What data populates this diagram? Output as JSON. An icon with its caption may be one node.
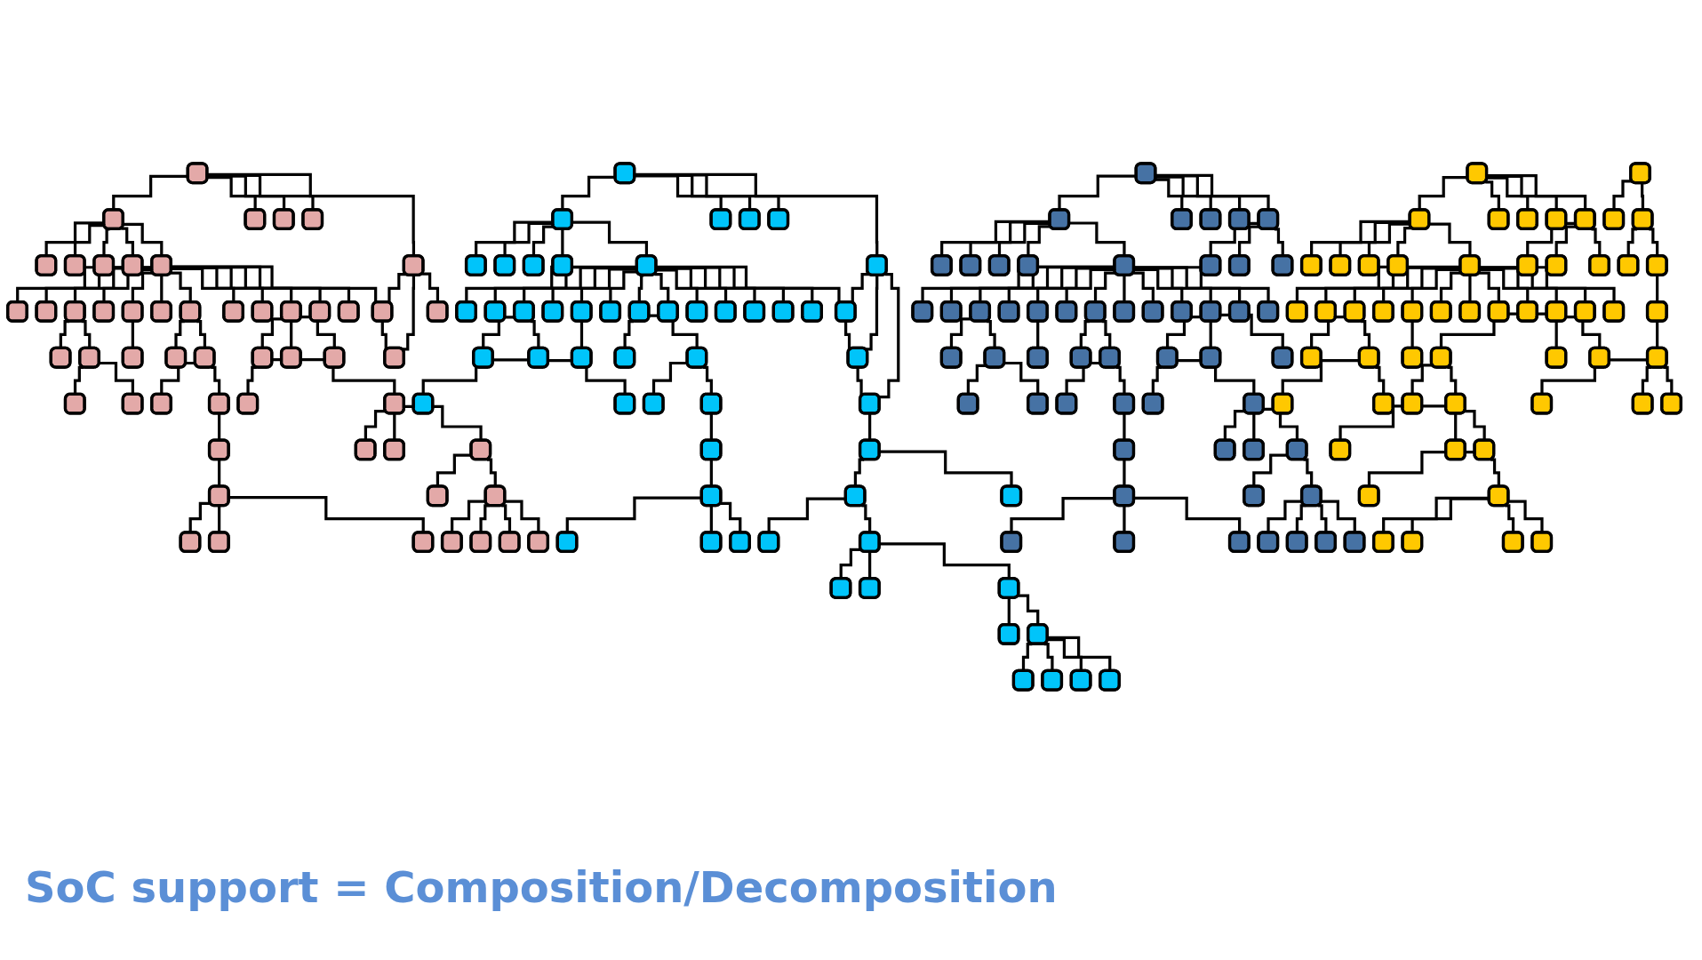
{
  "diagram": {
    "title": "SoC support = Composition/Decomposition",
    "nodes": [
      {
        "text": [],
        "shape": "box"
      },
      {
        "text": [],
        "shape": "box"
      },
      {
        "text": [],
        "shape": "box"
      },
      {
        "text": [],
        "shape": "box"
      },
      {
        "text": [],
        "shape": "box"
      },
      {
        "text": [],
        "shape": "box"
      },
      {
        "text": [],
        "shape": "box"
      },
      {
        "text": [],
        "shape": "box"
      },
      {
        "text": [],
        "shape": "box"
      },
      {
        "text": [],
        "shape": "box"
      },
      {
        "text": [],
        "shape": "box"
      },
      {
        "text": [],
        "shape": "box"
      },
      {
        "text": [],
        "shape": "box"
      },
      {
        "text": [],
        "shape": "box"
      },
      {
        "text": [],
        "shape": "box"
      },
      {
        "text": [],
        "shape": "box"
      },
      {
        "text": [],
        "shape": "box"
      },
      {
        "text": [],
        "shape": "box"
      },
      {
        "text": [],
        "shape": "box"
      },
      {
        "text": [],
        "shape": "box"
      },
      {
        "text": [],
        "shape": "box"
      },
      {
        "text": [],
        "shape": "box"
      },
      {
        "text": [],
        "shape": "box"
      },
      {
        "text": [],
        "shape": "box"
      },
      {
        "text": [],
        "shape": "box"
      },
      {
        "text": [],
        "shape": "box"
      },
      {
        "text": [],
        "shape": "box"
      },
      {
        "text": [],
        "shape": "box"
      },
      {
        "text": [],
        "shape": "box"
      },
      {
        "text": [],
        "shape": "box"
      },
      {
        "text": [],
        "shape": "box"
      },
      {
        "text": [],
        "shape": "box"
      },
      {
        "text": [],
        "shape": "box"
      },
      {
        "text": [],
        "shape": "box"
      },
      {
        "text": [],
        "shape": "box"
      },
      {
        "text": [],
        "shape": "box"
      },
      {
        "text": [],
        "shape": "box"
      },
      {
        "text": [],
        "shape": "box"
      },
      {
        "text": [],
        "shape": "box"
      },
      {
        "text": [],
        "shape": "box"
      },
      {
        "text": [],
        "shape": "box"
      },
      {
        "text": [],
        "shape": "box"
      },
      {
        "text": [],
        "shape": "box"
      },
      {
        "text": [],
        "shape": "box"
      },
      {
        "text": [],
        "shape": "box"
      },
      {
        "text": [],
        "shape": "box"
      },
      {
        "text": [],
        "shape": "box"
      },
      {
        "text": [],
        "shape": "box"
      },
      {
        "text": [],
        "shape": "box"
      },
      {
        "text": [],
        "shape": "box"
      },
      {
        "text": [],
        "shape": "box"
      },
      {
        "text": [],
        "shape": "box"
      },
      {
        "text": [],
        "shape": "box"
      },
      {
        "text": [],
        "shape": "box"
      },
      {
        "text": [],
        "shape": "box"
      },
      {
        "text": [],
        "shape": "box"
      },
      {
        "text": [],
        "shape": "box"
      },
      {
        "text": [],
        "shape": "box"
      },
      {
        "text": [],
        "shape": "box"
      },
      {
        "text": [],
        "shape": "box"
      },
      {
        "text": [],
        "shape": "box"
      },
      {
        "text": [],
        "shape": "box"
      },
      {
        "text": [],
        "shape": "box"
      },
      {
        "text": [],
        "shape": "box"
      },
      {
        "text": [],
        "shape": "box"
      },
      {
        "text": [],
        "shape": "box"
      },
      {
        "text": [],
        "shape": "box"
      },
      {
        "text": [],
        "shape": "box"
      },
      {
        "text": [],
        "shape": "box"
      },
      {
        "text": [],
        "shape": "box"
      },
      {
        "text": [],
        "shape": "box"
      },
      {
        "text": [],
        "shape": "box"
      },
      {
        "text": [],
        "shape": "box"
      },
      {
        "text": [],
        "shape": "box"
      },
      {
        "text": [],
        "shape": "box"
      },
      {
        "text": [],
        "shape": "box"
      },
      {
        "text": [],
        "shape": "box"
      },
      {
        "text": [],
        "shape": "box"
      },
      {
        "text": [],
        "shape": "box"
      },
      {
        "text": [],
        "shape": "box"
      },
      {
        "text": [],
        "shape": "box"
      },
      {
        "text": [],
        "shape": "box"
      },
      {
        "text": [],
        "shape": "box"
      },
      {
        "text": [],
        "shape": "box"
      },
      {
        "text": [],
        "shape": "box"
      },
      {
        "text": [],
        "shape": "box"
      },
      {
        "text": [],
        "shape": "box"
      },
      {
        "text": [],
        "shape": "box"
      },
      {
        "text": [],
        "shape": "box"
      },
      {
        "text": [],
        "shape": "box"
      },
      {
        "text": [],
        "shape": "box"
      },
      {
        "text": [],
        "shape": "box"
      },
      {
        "text": [],
        "shape": "box"
      },
      {
        "text": [],
        "shape": "box"
      },
      {
        "text": [],
        "shape": "box"
      },
      {
        "text": [],
        "shape": "box"
      },
      {
        "text": [],
        "shape": "box"
      },
      {
        "text": [],
        "shape": "box"
      },
      {
        "text": [],
        "shape": "box"
      },
      {
        "text": [],
        "shape": "box"
      },
      {
        "text": [],
        "shape": "box"
      },
      {
        "text": [],
        "shape": "box"
      },
      {
        "text": [],
        "shape": "box"
      },
      {
        "text": [],
        "shape": "box"
      },
      {
        "text": [],
        "shape": "box"
      },
      {
        "text": [],
        "shape": "box"
      },
      {
        "text": [],
        "shape": "box"
      },
      {
        "text": [],
        "shape": "box"
      },
      {
        "text": [],
        "shape": "box"
      },
      {
        "text": [],
        "shape": "box"
      },
      {
        "text": [],
        "shape": "box"
      },
      {
        "text": [],
        "shape": "box"
      },
      {
        "text": [],
        "shape": "box"
      },
      {
        "text": [],
        "shape": "box"
      },
      {
        "text": [],
        "shape": "box"
      },
      {
        "text": [],
        "shape": "box"
      },
      {
        "text": [],
        "shape": "box"
      },
      {
        "text": [],
        "shape": "box"
      },
      {
        "text": [],
        "shape": "box"
      },
      {
        "text": [],
        "shape": "box"
      },
      {
        "text": [],
        "shape": "box"
      },
      {
        "text": [],
        "shape": "box"
      },
      {
        "text": [],
        "shape": "box"
      },
      {
        "text": [],
        "shape": "box"
      },
      {
        "text": [],
        "shape": "box"
      },
      {
        "text": [],
        "shape": "box"
      },
      {
        "text": [],
        "shape": "box"
      },
      {
        "text": [],
        "shape": "box"
      },
      {
        "text": [],
        "shape": "box"
      },
      {
        "text": [],
        "shape": "box"
      },
      {
        "text": [],
        "shape": "box"
      },
      {
        "text": [],
        "shape": "box"
      },
      {
        "text": [],
        "shape": "box"
      },
      {
        "text": [],
        "shape": "box"
      },
      {
        "text": [],
        "shape": "box"
      },
      {
        "text": [],
        "shape": "box"
      },
      {
        "text": [],
        "shape": "box"
      },
      {
        "text": [],
        "shape": "box"
      },
      {
        "text": [],
        "shape": "box"
      },
      {
        "text": [],
        "shape": "box"
      },
      {
        "text": [],
        "shape": "box"
      },
      {
        "text": [],
        "shape": "box"
      },
      {
        "text": [],
        "shape": "box"
      },
      {
        "text": [],
        "shape": "box"
      },
      {
        "text": [],
        "shape": "box"
      },
      {
        "text": [],
        "shape": "box"
      },
      {
        "text": [],
        "shape": "box"
      },
      {
        "text": [],
        "shape": "box"
      },
      {
        "text": [],
        "shape": "box"
      },
      {
        "text": [],
        "shape": "box"
      },
      {
        "text": [],
        "shape": "box"
      },
      {
        "text": [],
        "shape": "box"
      },
      {
        "text": [],
        "shape": "box"
      },
      {
        "text": [],
        "shape": "box"
      },
      {
        "text": [],
        "shape": "box"
      },
      {
        "text": [],
        "shape": "box"
      },
      {
        "text": [],
        "shape": "box"
      },
      {
        "text": [],
        "shape": "box"
      },
      {
        "text": [],
        "shape": "box"
      },
      {
        "text": [],
        "shape": "box"
      },
      {
        "text": [],
        "shape": "box"
      },
      {
        "text": [],
        "shape": "box"
      },
      {
        "text": [],
        "shape": "box"
      },
      {
        "text": [],
        "shape": "box"
      },
      {
        "text": [],
        "shape": "box"
      },
      {
        "text": [],
        "shape": "box"
      },
      {
        "text": [],
        "shape": "box"
      },
      {
        "text": [],
        "shape": "box"
      },
      {
        "text": [],
        "shape": "box"
      },
      {
        "text": [],
        "shape": "box"
      },
      {
        "text": [],
        "shape": "box"
      },
      {
        "text": [],
        "shape": "box"
      },
      {
        "text": [],
        "shape": "box"
      },
      {
        "text": [],
        "shape": "box"
      },
      {
        "text": [],
        "shape": "box"
      },
      {
        "text": [],
        "shape": "box"
      },
      {
        "text": [],
        "shape": "box"
      },
      {
        "text": [],
        "shape": "box"
      },
      {
        "text": [],
        "shape": "box"
      },
      {
        "text": [],
        "shape": "box"
      },
      {
        "text": [],
        "shape": "box"
      },
      {
        "text": [],
        "shape": "box"
      },
      {
        "text": [],
        "shape": "box"
      },
      {
        "text": [],
        "shape": "box"
      },
      {
        "text": [],
        "shape": "box"
      },
      {
        "text": [],
        "shape": "box"
      },
      {
        "text": [],
        "shape": "box"
      },
      {
        "text": [],
        "shape": "box"
      },
      {
        "text": [],
        "shape": "box"
      },
      {
        "text": [],
        "shape": "box"
      },
      {
        "text": [],
        "shape": "box"
      },
      {
        "text": [],
        "shape": "box"
      },
      {
        "text": [],
        "shape": "box"
      },
      {
        "text": [],
        "shape": "box"
      },
      {
        "text": [],
        "shape": "box"
      },
      {
        "text": [],
        "shape": "box"
      },
      {
        "text": [],
        "shape": "box"
      },
      {
        "text": [],
        "shape": "box"
      },
      {
        "text": [],
        "shape": "box"
      },
      {
        "text": [],
        "shape": "box"
      },
      {
        "text": [],
        "shape": "box"
      },
      {
        "text": [],
        "shape": "box"
      },
      {
        "text": [],
        "shape": "box"
      },
      {
        "text": [],
        "shape": "box"
      },
      {
        "text": [],
        "shape": "box"
      },
      {
        "text": [],
        "shape": "box"
      },
      {
        "text": [],
        "shape": "box"
      },
      {
        "text": [],
        "shape": "box"
      },
      {
        "text": [],
        "shape": "box"
      },
      {
        "text": [],
        "shape": "box"
      },
      {
        "text": [],
        "shape": "box"
      },
      {
        "text": [],
        "shape": "box"
      },
      {
        "text": [],
        "shape": "box"
      },
      {
        "text": [],
        "shape": "box"
      },
      {
        "text": [],
        "shape": "box"
      },
      {
        "text": [],
        "shape": "box"
      },
      {
        "text": [],
        "shape": "box"
      },
      {
        "text": [],
        "shape": "box"
      },
      {
        "text": [],
        "shape": "box"
      }
    ],
    "edges": [
      {
        "from": 0,
        "to": 1,
        "arrow": "none"
      },
      {
        "from": 0,
        "to": 2,
        "arrow": "none"
      },
      {
        "from": 0,
        "to": 3,
        "arrow": "none"
      },
      {
        "from": 0,
        "to": 4,
        "arrow": "none"
      },
      {
        "from": 0,
        "to": 5,
        "arrow": "none"
      },
      {
        "from": 1,
        "to": 6,
        "arrow": "none"
      },
      {
        "from": 1,
        "to": 7,
        "arrow": "none"
      },
      {
        "from": 1,
        "to": 8,
        "arrow": "none"
      },
      {
        "from": 1,
        "to": 9,
        "arrow": "none"
      },
      {
        "from": 1,
        "to": 10,
        "arrow": "none"
      },
      {
        "from": 5,
        "to": 11,
        "arrow": "none"
      },
      {
        "from": 5,
        "to": 12,
        "arrow": "none"
      },
      {
        "from": 5,
        "to": 13,
        "arrow": "none"
      },
      {
        "from": 10,
        "to": 14,
        "arrow": "none"
      },
      {
        "from": 10,
        "to": 15,
        "arrow": "none"
      },
      {
        "from": 10,
        "to": 16,
        "arrow": "none"
      },
      {
        "from": 10,
        "to": 17,
        "arrow": "none"
      },
      {
        "from": 10,
        "to": 18,
        "arrow": "none"
      },
      {
        "from": 10,
        "to": 19,
        "arrow": "none"
      },
      {
        "from": 10,
        "to": 20,
        "arrow": "none"
      },
      {
        "from": 10,
        "to": 21,
        "arrow": "none"
      },
      {
        "from": 10,
        "to": 22,
        "arrow": "none"
      },
      {
        "from": 10,
        "to": 23,
        "arrow": "none"
      },
      {
        "from": 10,
        "to": 24,
        "arrow": "none"
      },
      {
        "from": 10,
        "to": 25,
        "arrow": "none"
      },
      {
        "from": 10,
        "to": 11,
        "arrow": "none"
      },
      {
        "from": 11,
        "to": 12,
        "arrow": "none"
      },
      {
        "from": 16,
        "to": 26,
        "arrow": "none"
      },
      {
        "from": 16,
        "to": 27,
        "arrow": "none"
      },
      {
        "from": 18,
        "to": 28,
        "arrow": "none"
      },
      {
        "from": 20,
        "to": 29,
        "arrow": "none"
      },
      {
        "from": 20,
        "to": 30,
        "arrow": "none"
      },
      {
        "from": 23,
        "to": 31,
        "arrow": "none"
      },
      {
        "from": 23,
        "to": 32,
        "arrow": "none"
      },
      {
        "from": 23,
        "to": 33,
        "arrow": "none"
      },
      {
        "from": 27,
        "to": 34,
        "arrow": "none"
      },
      {
        "from": 27,
        "to": 35,
        "arrow": "none"
      },
      {
        "from": 30,
        "to": 36,
        "arrow": "none"
      },
      {
        "from": 30,
        "to": 37,
        "arrow": "none"
      },
      {
        "from": 31,
        "to": 38,
        "arrow": "none"
      },
      {
        "from": 31,
        "to": 39,
        "arrow": "none"
      },
      {
        "from": 37,
        "to": 40,
        "arrow": "none"
      },
      {
        "from": 39,
        "to": 41,
        "arrow": "none"
      },
      {
        "from": 39,
        "to": 42,
        "arrow": "none"
      },
      {
        "from": 39,
        "to": 43,
        "arrow": "none"
      },
      {
        "from": 40,
        "to": 44,
        "arrow": "none"
      },
      {
        "from": 43,
        "to": 45,
        "arrow": "none"
      },
      {
        "from": 43,
        "to": 46,
        "arrow": "none"
      },
      {
        "from": 44,
        "to": 47,
        "arrow": "none"
      },
      {
        "from": 44,
        "to": 48,
        "arrow": "none"
      },
      {
        "from": 44,
        "to": 49,
        "arrow": "none"
      },
      {
        "from": 46,
        "to": 50,
        "arrow": "none"
      },
      {
        "from": 46,
        "to": 51,
        "arrow": "none"
      },
      {
        "from": 46,
        "to": 52,
        "arrow": "none"
      },
      {
        "from": 46,
        "to": 53,
        "arrow": "none"
      },
      {
        "from": 54,
        "to": 55,
        "arrow": "none"
      },
      {
        "from": 54,
        "to": 56,
        "arrow": "none"
      },
      {
        "from": 54,
        "to": 57,
        "arrow": "none"
      },
      {
        "from": 54,
        "to": 58,
        "arrow": "none"
      },
      {
        "from": 54,
        "to": 59,
        "arrow": "none"
      },
      {
        "from": 55,
        "to": 60,
        "arrow": "none"
      },
      {
        "from": 55,
        "to": 61,
        "arrow": "none"
      },
      {
        "from": 55,
        "to": 62,
        "arrow": "none"
      },
      {
        "from": 55,
        "to": 63,
        "arrow": "none"
      },
      {
        "from": 55,
        "to": 64,
        "arrow": "none"
      },
      {
        "from": 59,
        "to": 65,
        "arrow": "none"
      },
      {
        "from": 59,
        "to": 66,
        "arrow": "none"
      },
      {
        "from": 59,
        "to": 67,
        "arrow": "none"
      },
      {
        "from": 64,
        "to": 69,
        "arrow": "none"
      },
      {
        "from": 64,
        "to": 70,
        "arrow": "none"
      },
      {
        "from": 64,
        "to": 71,
        "arrow": "none"
      },
      {
        "from": 64,
        "to": 72,
        "arrow": "none"
      },
      {
        "from": 64,
        "to": 73,
        "arrow": "none"
      },
      {
        "from": 64,
        "to": 74,
        "arrow": "none"
      },
      {
        "from": 64,
        "to": 75,
        "arrow": "none"
      },
      {
        "from": 64,
        "to": 76,
        "arrow": "none"
      },
      {
        "from": 64,
        "to": 77,
        "arrow": "none"
      },
      {
        "from": 64,
        "to": 78,
        "arrow": "none"
      },
      {
        "from": 64,
        "to": 79,
        "arrow": "none"
      },
      {
        "from": 64,
        "to": 80,
        "arrow": "none"
      },
      {
        "from": 64,
        "to": 81,
        "arrow": "none"
      },
      {
        "from": 64,
        "to": 65,
        "arrow": "none"
      },
      {
        "from": 65,
        "to": 66,
        "arrow": "none"
      },
      {
        "from": 66,
        "to": 67,
        "arrow": "none"
      },
      {
        "from": 67,
        "to": 68,
        "arrow": "none"
      },
      {
        "from": 68,
        "to": 87,
        "arrow": "none"
      },
      {
        "from": 68,
        "to": 88,
        "arrow": "none"
      },
      {
        "from": 71,
        "to": 82,
        "arrow": "none"
      },
      {
        "from": 71,
        "to": 83,
        "arrow": "none"
      },
      {
        "from": 73,
        "to": 84,
        "arrow": "none"
      },
      {
        "from": 75,
        "to": 85,
        "arrow": "none"
      },
      {
        "from": 75,
        "to": 86,
        "arrow": "none"
      },
      {
        "from": 83,
        "to": 89,
        "arrow": "none"
      },
      {
        "from": 83,
        "to": 90,
        "arrow": "none"
      },
      {
        "from": 86,
        "to": 91,
        "arrow": "none"
      },
      {
        "from": 86,
        "to": 92,
        "arrow": "none"
      },
      {
        "from": 87,
        "to": 93,
        "arrow": "none"
      },
      {
        "from": 87,
        "to": 94,
        "arrow": "none"
      },
      {
        "from": 92,
        "to": 95,
        "arrow": "none"
      },
      {
        "from": 94,
        "to": 96,
        "arrow": "none"
      },
      {
        "from": 94,
        "to": 97,
        "arrow": "none"
      },
      {
        "from": 94,
        "to": 98,
        "arrow": "none"
      },
      {
        "from": 95,
        "to": 99,
        "arrow": "none"
      },
      {
        "from": 98,
        "to": 100,
        "arrow": "none"
      },
      {
        "from": 98,
        "to": 101,
        "arrow": "none"
      },
      {
        "from": 99,
        "to": 102,
        "arrow": "none"
      },
      {
        "from": 99,
        "to": 103,
        "arrow": "none"
      },
      {
        "from": 99,
        "to": 104,
        "arrow": "none"
      },
      {
        "from": 101,
        "to": 105,
        "arrow": "none"
      },
      {
        "from": 101,
        "to": 106,
        "arrow": "none"
      },
      {
        "from": 101,
        "to": 107,
        "arrow": "none"
      },
      {
        "from": 101,
        "to": 108,
        "arrow": "none"
      },
      {
        "from": 109,
        "to": 110,
        "arrow": "none"
      },
      {
        "from": 109,
        "to": 111,
        "arrow": "none"
      },
      {
        "from": 109,
        "to": 112,
        "arrow": "none"
      },
      {
        "from": 109,
        "to": 113,
        "arrow": "none"
      },
      {
        "from": 109,
        "to": 114,
        "arrow": "none"
      },
      {
        "from": 110,
        "to": 115,
        "arrow": "none"
      },
      {
        "from": 110,
        "to": 116,
        "arrow": "none"
      },
      {
        "from": 110,
        "to": 117,
        "arrow": "none"
      },
      {
        "from": 110,
        "to": 118,
        "arrow": "none"
      },
      {
        "from": 110,
        "to": 119,
        "arrow": "none"
      },
      {
        "from": 114,
        "to": 120,
        "arrow": "none"
      },
      {
        "from": 114,
        "to": 121,
        "arrow": "none"
      },
      {
        "from": 114,
        "to": 122,
        "arrow": "none"
      },
      {
        "from": 119,
        "to": 123,
        "arrow": "none"
      },
      {
        "from": 119,
        "to": 124,
        "arrow": "none"
      },
      {
        "from": 119,
        "to": 125,
        "arrow": "none"
      },
      {
        "from": 119,
        "to": 126,
        "arrow": "none"
      },
      {
        "from": 119,
        "to": 127,
        "arrow": "none"
      },
      {
        "from": 119,
        "to": 128,
        "arrow": "none"
      },
      {
        "from": 119,
        "to": 129,
        "arrow": "none"
      },
      {
        "from": 119,
        "to": 130,
        "arrow": "none"
      },
      {
        "from": 119,
        "to": 131,
        "arrow": "none"
      },
      {
        "from": 119,
        "to": 132,
        "arrow": "none"
      },
      {
        "from": 119,
        "to": 133,
        "arrow": "none"
      },
      {
        "from": 119,
        "to": 134,
        "arrow": "none"
      },
      {
        "from": 119,
        "to": 135,
        "arrow": "none"
      },
      {
        "from": 125,
        "to": 136,
        "arrow": "none"
      },
      {
        "from": 125,
        "to": 137,
        "arrow": "none"
      },
      {
        "from": 127,
        "to": 138,
        "arrow": "none"
      },
      {
        "from": 129,
        "to": 139,
        "arrow": "none"
      },
      {
        "from": 129,
        "to": 140,
        "arrow": "none"
      },
      {
        "from": 133,
        "to": 141,
        "arrow": "none"
      },
      {
        "from": 133,
        "to": 142,
        "arrow": "none"
      },
      {
        "from": 133,
        "to": 143,
        "arrow": "none"
      },
      {
        "from": 137,
        "to": 144,
        "arrow": "none"
      },
      {
        "from": 137,
        "to": 145,
        "arrow": "none"
      },
      {
        "from": 140,
        "to": 146,
        "arrow": "none"
      },
      {
        "from": 140,
        "to": 147,
        "arrow": "none"
      },
      {
        "from": 141,
        "to": 148,
        "arrow": "none"
      },
      {
        "from": 141,
        "to": 149,
        "arrow": "none"
      },
      {
        "from": 147,
        "to": 150,
        "arrow": "none"
      },
      {
        "from": 149,
        "to": 151,
        "arrow": "none"
      },
      {
        "from": 149,
        "to": 152,
        "arrow": "none"
      },
      {
        "from": 149,
        "to": 153,
        "arrow": "none"
      },
      {
        "from": 150,
        "to": 154,
        "arrow": "none"
      },
      {
        "from": 153,
        "to": 155,
        "arrow": "none"
      },
      {
        "from": 153,
        "to": 156,
        "arrow": "none"
      },
      {
        "from": 154,
        "to": 157,
        "arrow": "none"
      },
      {
        "from": 154,
        "to": 158,
        "arrow": "none"
      },
      {
        "from": 154,
        "to": 159,
        "arrow": "none"
      },
      {
        "from": 156,
        "to": 160,
        "arrow": "none"
      },
      {
        "from": 156,
        "to": 161,
        "arrow": "none"
      },
      {
        "from": 156,
        "to": 162,
        "arrow": "none"
      },
      {
        "from": 156,
        "to": 163,
        "arrow": "none"
      },
      {
        "from": 164,
        "to": 165,
        "arrow": "none"
      },
      {
        "from": 164,
        "to": 166,
        "arrow": "none"
      },
      {
        "from": 164,
        "to": 167,
        "arrow": "none"
      },
      {
        "from": 164,
        "to": 168,
        "arrow": "none"
      },
      {
        "from": 164,
        "to": 169,
        "arrow": "none"
      },
      {
        "from": 165,
        "to": 170,
        "arrow": "none"
      },
      {
        "from": 165,
        "to": 171,
        "arrow": "none"
      },
      {
        "from": 165,
        "to": 172,
        "arrow": "none"
      },
      {
        "from": 165,
        "to": 173,
        "arrow": "none"
      },
      {
        "from": 165,
        "to": 174,
        "arrow": "none"
      },
      {
        "from": 169,
        "to": 176,
        "arrow": "none"
      },
      {
        "from": 169,
        "to": 177,
        "arrow": "none"
      },
      {
        "from": 169,
        "to": 178,
        "arrow": "none"
      },
      {
        "from": 174,
        "to": 179,
        "arrow": "none"
      },
      {
        "from": 174,
        "to": 180,
        "arrow": "none"
      },
      {
        "from": 174,
        "to": 181,
        "arrow": "none"
      },
      {
        "from": 174,
        "to": 182,
        "arrow": "none"
      },
      {
        "from": 174,
        "to": 183,
        "arrow": "none"
      },
      {
        "from": 174,
        "to": 184,
        "arrow": "none"
      },
      {
        "from": 174,
        "to": 185,
        "arrow": "none"
      },
      {
        "from": 174,
        "to": 186,
        "arrow": "none"
      },
      {
        "from": 174,
        "to": 187,
        "arrow": "none"
      },
      {
        "from": 174,
        "to": 188,
        "arrow": "none"
      },
      {
        "from": 174,
        "to": 189,
        "arrow": "none"
      },
      {
        "from": 174,
        "to": 190,
        "arrow": "none"
      },
      {
        "from": 175,
        "to": 194,
        "arrow": "none"
      },
      {
        "from": 175,
        "to": 195,
        "arrow": "none"
      },
      {
        "from": 181,
        "to": 191,
        "arrow": "none"
      },
      {
        "from": 181,
        "to": 192,
        "arrow": "none"
      },
      {
        "from": 183,
        "to": 193,
        "arrow": "none"
      },
      {
        "from": 188,
        "to": 196,
        "arrow": "none"
      },
      {
        "from": 188,
        "to": 197,
        "arrow": "none"
      },
      {
        "from": 188,
        "to": 198,
        "arrow": "none"
      },
      {
        "from": 192,
        "to": 199,
        "arrow": "none"
      },
      {
        "from": 192,
        "to": 200,
        "arrow": "none"
      },
      {
        "from": 195,
        "to": 201,
        "arrow": "none"
      },
      {
        "from": 195,
        "to": 202,
        "arrow": "none"
      },
      {
        "from": 196,
        "to": 203,
        "arrow": "none"
      },
      {
        "from": 196,
        "to": 204,
        "arrow": "none"
      },
      {
        "from": 202,
        "to": 205,
        "arrow": "none"
      },
      {
        "from": 204,
        "to": 206,
        "arrow": "none"
      },
      {
        "from": 204,
        "to": 207,
        "arrow": "none"
      },
      {
        "from": 204,
        "to": 208,
        "arrow": "none"
      },
      {
        "from": 205,
        "to": 209,
        "arrow": "none"
      },
      {
        "from": 208,
        "to": 210,
        "arrow": "none"
      },
      {
        "from": 208,
        "to": 211,
        "arrow": "none"
      },
      {
        "from": 209,
        "to": 212,
        "arrow": "none"
      },
      {
        "from": 209,
        "to": 213,
        "arrow": "none"
      },
      {
        "from": 209,
        "to": 214,
        "arrow": "none"
      },
      {
        "from": 211,
        "to": 215,
        "arrow": "none"
      },
      {
        "from": 211,
        "to": 216,
        "arrow": "none"
      },
      {
        "from": 211,
        "to": 217,
        "arrow": "none"
      },
      {
        "from": 211,
        "to": 218,
        "arrow": "none"
      }
    ]
  }
}
